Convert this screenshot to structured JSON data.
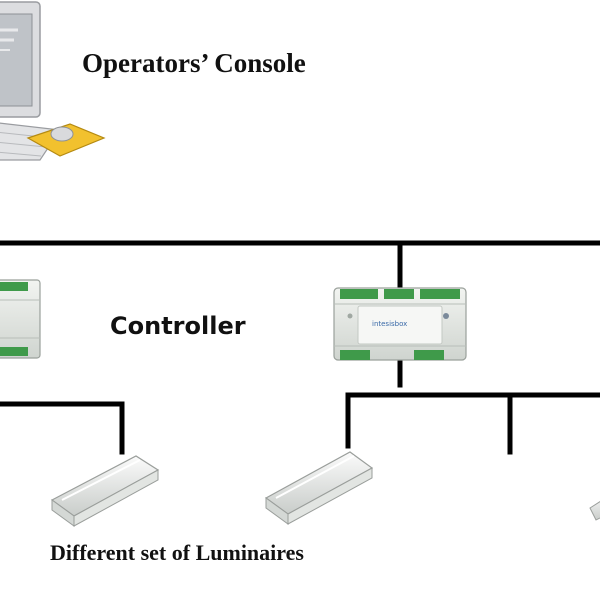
{
  "diagram": {
    "console_label": "Operators’ Console",
    "controller_label": "Controller",
    "luminaires_label": "Different set of Luminaires",
    "controller_brand": "intesisbox",
    "colors": {
      "line": "#000000",
      "device_body": "#e6e9e4",
      "terminal_green": "#3f9a4a",
      "mousepad": "#f2c12e",
      "luminaire": "#eef0ee"
    }
  }
}
